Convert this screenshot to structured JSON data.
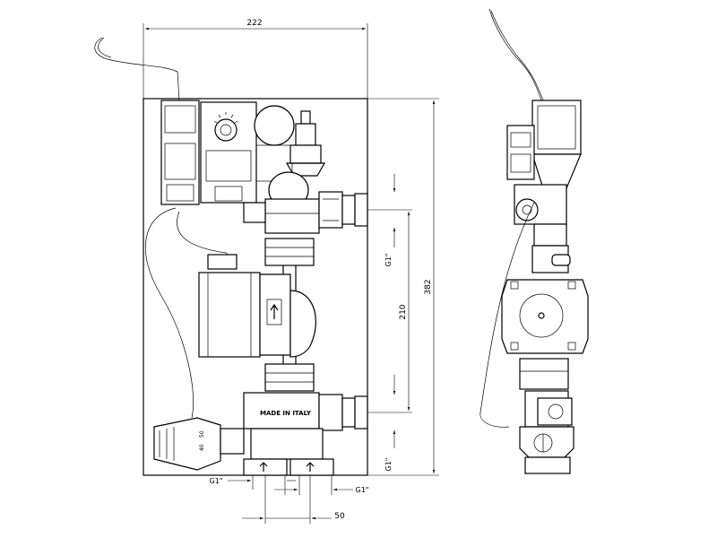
{
  "dimensions": {
    "overall_width": "222",
    "overall_height": "382",
    "pipe_spacing": "210",
    "thread_upper_right": "G1\"",
    "thread_lower_right": "G1\"",
    "thread_bottom_left": "G1\"",
    "thread_bottom_right": "G1\"",
    "bottom_spacing": "50"
  },
  "labels": {
    "made_in_italy": "MADE IN ITALY",
    "thermostat_scale_top": "50",
    "thermostat_scale_bottom": "40"
  },
  "colors": {
    "line": "#000000",
    "background": "#ffffff"
  }
}
